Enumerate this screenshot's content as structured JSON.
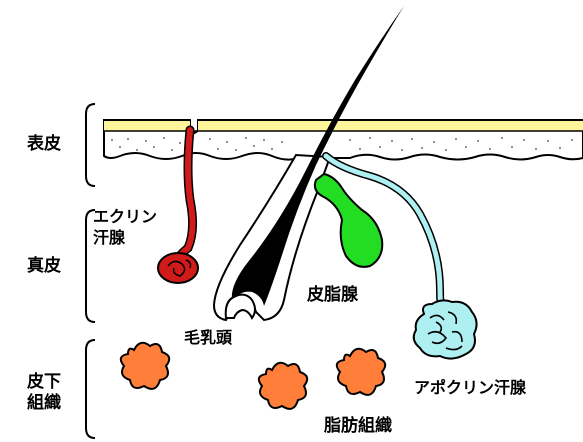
{
  "labels": {
    "epidermis": "表皮",
    "dermis": "真皮",
    "subcutis_line1": "皮下",
    "subcutis_line2": "組織",
    "eccrine_line1": "エクリン",
    "eccrine_line2": "汗腺",
    "sebaceous": "皮脂腺",
    "papilla": "毛乳頭",
    "apocrine": "アポクリン汗腺",
    "fat": "脂肪組織"
  },
  "colors": {
    "epidermis_top": "#fff59a",
    "eccrine": "#d11a1a",
    "sebaceous": "#22dd22",
    "apocrine": "#aef0f2",
    "fat": "#ff7f3a",
    "hair": "#000000"
  }
}
